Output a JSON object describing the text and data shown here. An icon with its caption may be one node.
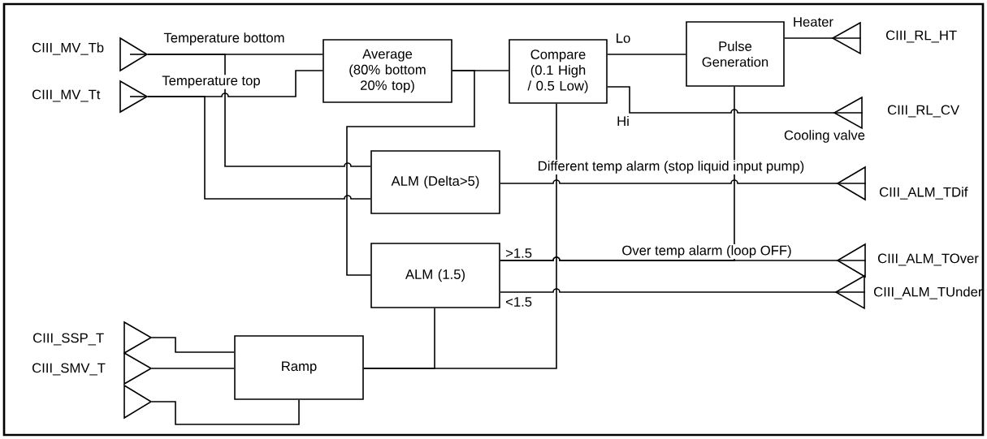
{
  "diagram": {
    "nodes": [
      {
        "text": [],
        "shape": "triangle",
        "beside": [
          "CIII_MV_Tb"
        ]
      },
      {
        "text": [],
        "shape": "triangle",
        "beside": [
          "CIII_MV_Tt"
        ]
      },
      {
        "text": [
          "Average (80% bottom 20% top)"
        ]
      },
      {
        "text": [
          "Compare (0.1 High / 0.5 Low)"
        ]
      },
      {
        "text": [
          "Pulse Generation"
        ]
      },
      {
        "text": [],
        "shape": "triangle",
        "beside": [
          "CIII_RL_HT"
        ]
      },
      {
        "text": [],
        "shape": "triangle",
        "beside": [
          "CIII_RL_CV",
          "Cooling valve"
        ]
      },
      {
        "text": [
          "ALM (Delta>5)"
        ]
      },
      {
        "text": [],
        "shape": "triangle",
        "beside": [
          "CIII_ALM_TDif"
        ]
      },
      {
        "text": [
          "ALM (1.5)"
        ],
        "beside": [
          ">1.5",
          "<1.5"
        ]
      },
      {
        "text": [],
        "shape": "triangle",
        "beside": [
          "CIII_ALM_TOver"
        ]
      },
      {
        "text": [],
        "shape": "triangle",
        "beside": [
          "CIII_ALM_TUnder"
        ]
      },
      {
        "text": [],
        "shape": "triangle",
        "beside": [
          "CIII_SSP_T"
        ]
      },
      {
        "text": [],
        "shape": "triangle",
        "beside": [
          "CIII_SMV_T"
        ]
      },
      {
        "text": [],
        "shape": "triangle"
      },
      {
        "text": [
          "Ramp"
        ]
      }
    ],
    "edges": [
      {
        "from": 0,
        "to": 2,
        "arrow": "none",
        "label": "Temperature bottom"
      },
      {
        "from": 1,
        "to": 2,
        "arrow": "none",
        "label": "Temperature top"
      },
      {
        "from": 0,
        "to": 7,
        "arrow": "none"
      },
      {
        "from": 1,
        "to": 7,
        "arrow": "none"
      },
      {
        "from": 2,
        "to": 3,
        "arrow": "none"
      },
      {
        "from": 2,
        "to": 9,
        "arrow": "none"
      },
      {
        "from": 3,
        "to": 4,
        "arrow": "none",
        "label": "Lo"
      },
      {
        "from": 3,
        "to": 6,
        "arrow": "none",
        "label": "Hi"
      },
      {
        "from": 4,
        "to": 5,
        "arrow": "none",
        "label": "Heater"
      },
      {
        "from": 7,
        "to": 8,
        "arrow": "none",
        "label": "Different temp alarm (stop liquid input pump)"
      },
      {
        "from": 9,
        "to": 10,
        "arrow": "none",
        "label": "Over temp alarm (loop OFF)"
      },
      {
        "from": 9,
        "to": 11,
        "arrow": "none"
      },
      {
        "from": 9,
        "to": 4,
        "arrow": "none"
      },
      {
        "from": 15,
        "to": 9,
        "arrow": "none"
      },
      {
        "from": 15,
        "to": 3,
        "arrow": "none"
      },
      {
        "from": 12,
        "to": 15,
        "arrow": "none"
      },
      {
        "from": 13,
        "to": 15,
        "arrow": "none"
      },
      {
        "from": 14,
        "to": 15,
        "arrow": "none"
      }
    ]
  }
}
